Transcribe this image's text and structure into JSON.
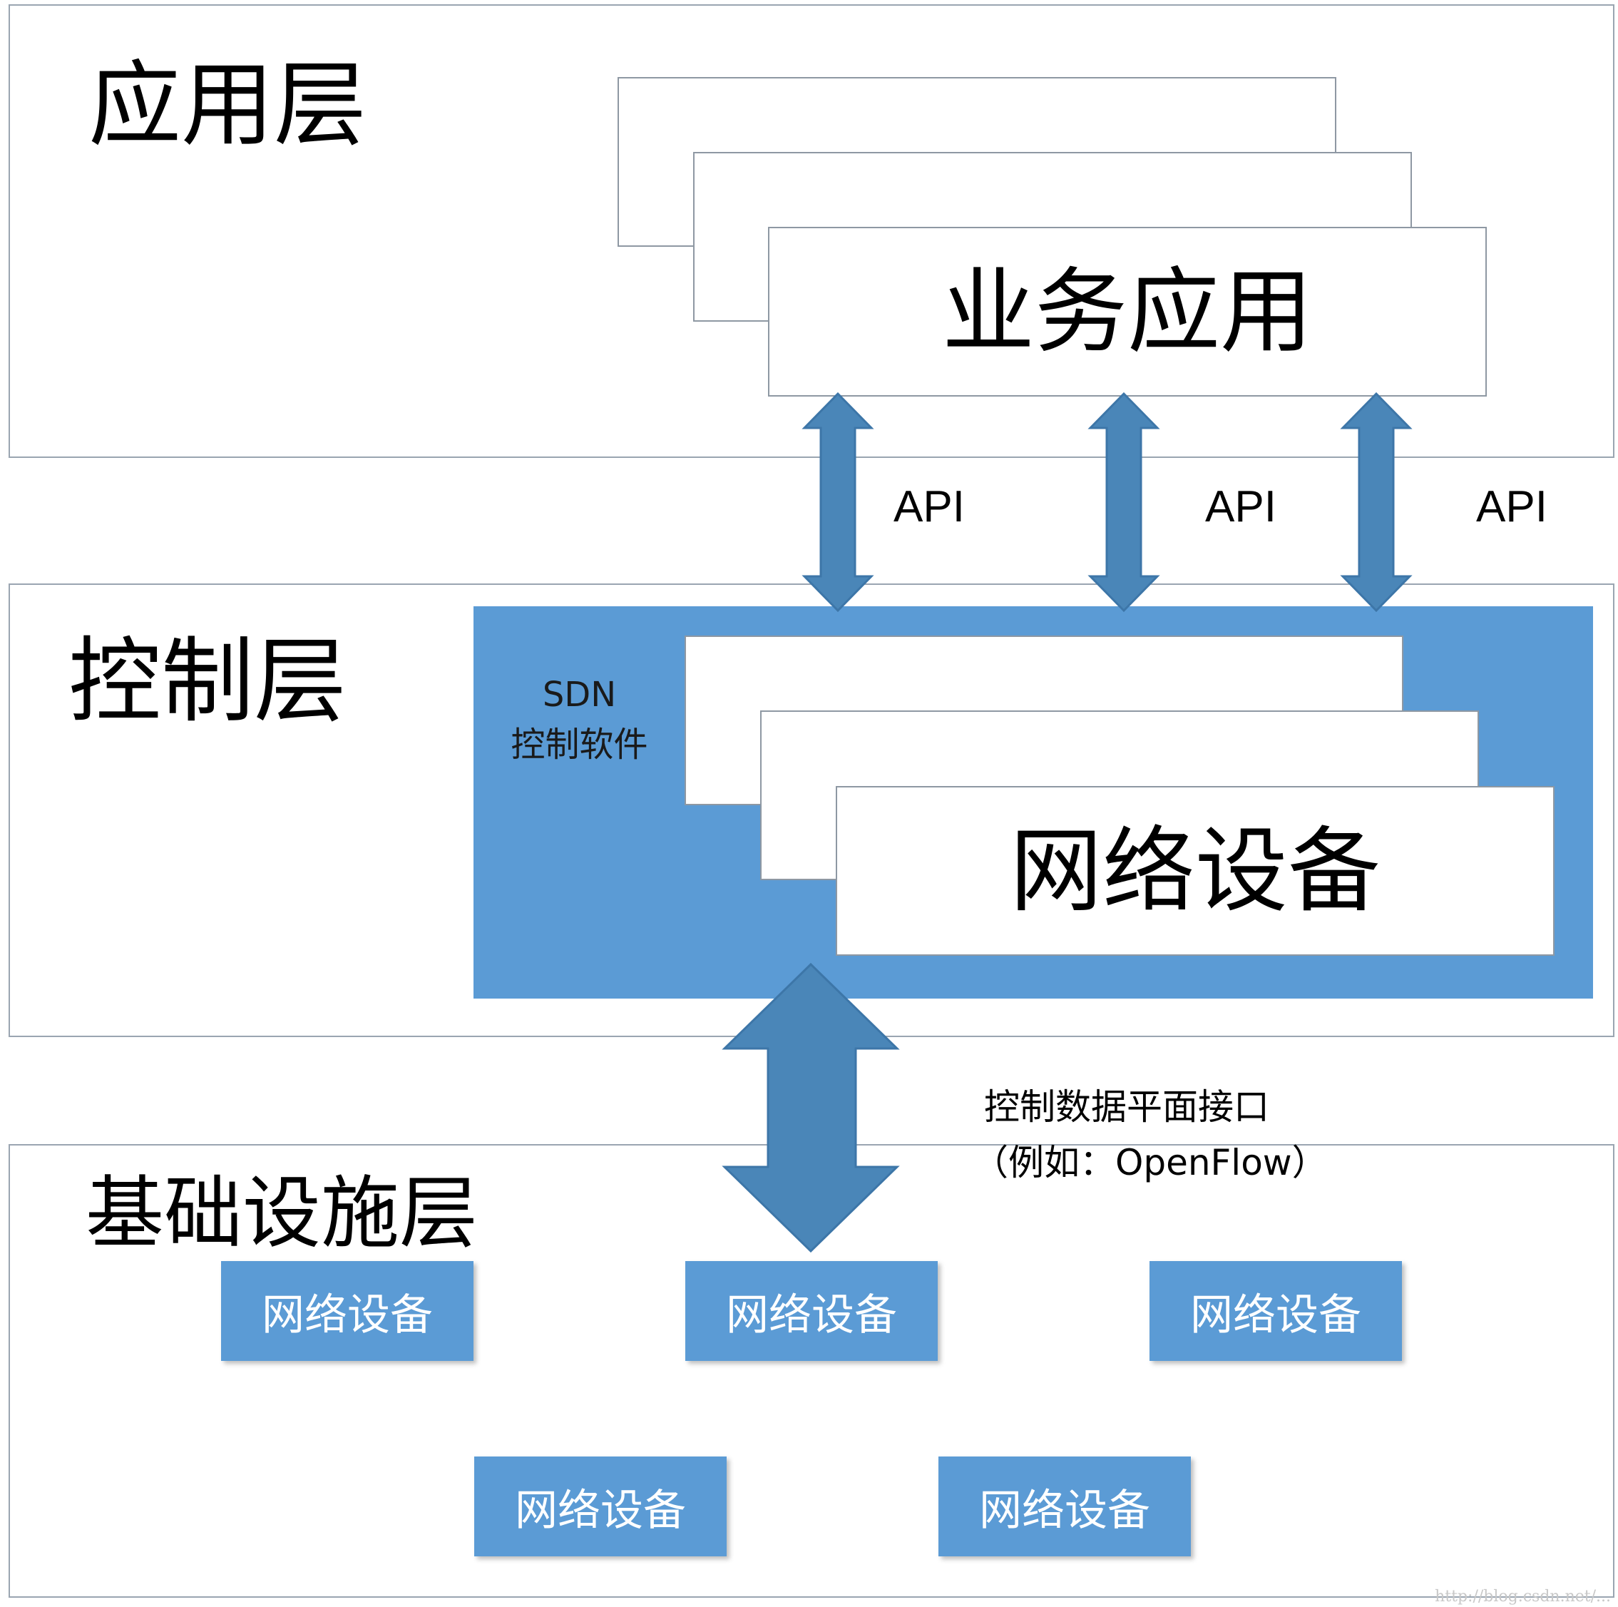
{
  "layers": {
    "application": {
      "title": "应用层"
    },
    "control": {
      "title": "控制层"
    },
    "infrastructure": {
      "title": "基础设施层"
    }
  },
  "application_cards": {
    "label": "业务应用"
  },
  "control_panel": {
    "sdn_line1": "SDN",
    "sdn_line2": "控制软件",
    "device_label": "网络设备"
  },
  "api_labels": [
    "API",
    "API",
    "API"
  ],
  "interface": {
    "line1": "控制数据平面接口",
    "line2": "（例如：OpenFlow）"
  },
  "devices": [
    "网络设备",
    "网络设备",
    "网络设备",
    "网络设备",
    "网络设备"
  ],
  "watermark": "http://blog.csdn.net/...",
  "colors": {
    "panel_blue": "#5b9bd5",
    "arrow_blue": "#4a86b8",
    "arrow_border": "#3d76a8"
  }
}
